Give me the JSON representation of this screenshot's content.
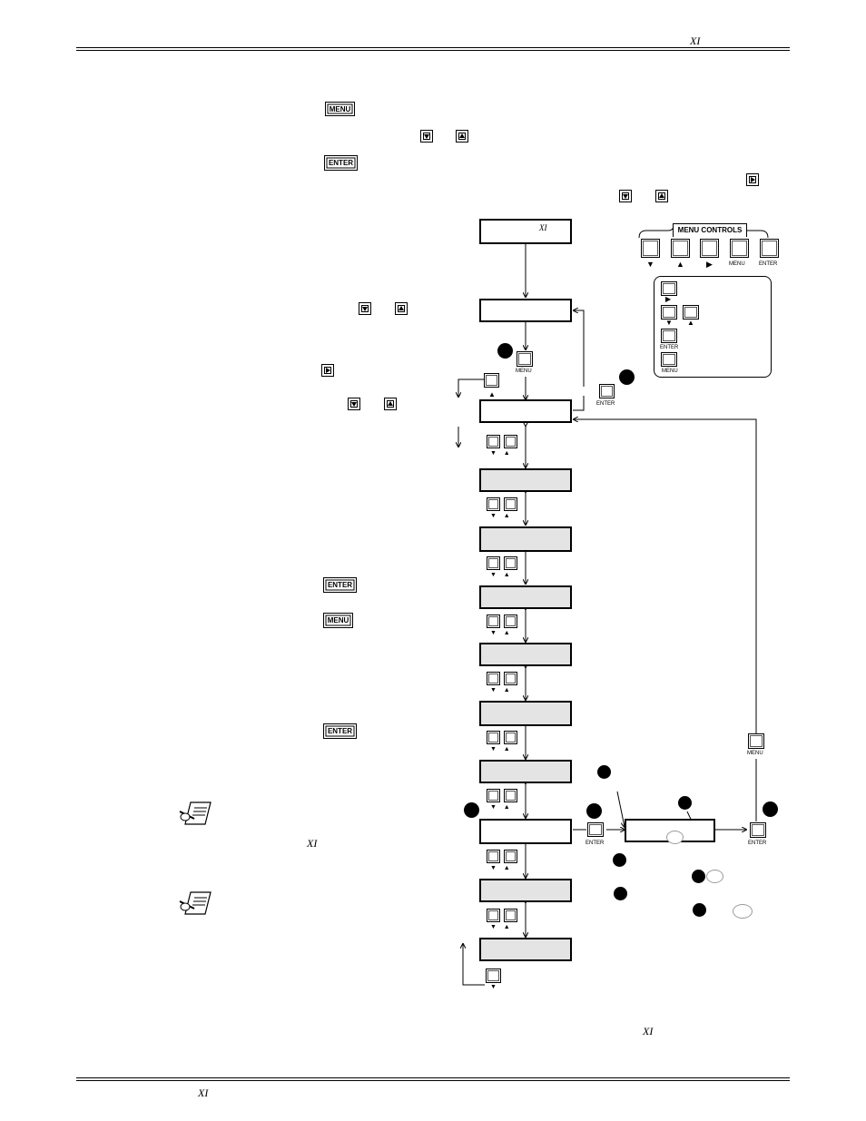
{
  "header": {
    "logo": "XI"
  },
  "footer": {
    "logo": "XI"
  },
  "instructions": {
    "menu_key": "MENU",
    "enter_key": "ENTER"
  },
  "menu_controls": {
    "title": "MENU CONTROLS",
    "buttons": [
      "▼",
      "▲",
      "▶",
      "MENU",
      "ENTER"
    ],
    "legend": {
      "menu": "MENU",
      "enter": "ENTER"
    }
  },
  "flowchart": {
    "startup_logo": "XI",
    "menu_label": "MENU",
    "enter_label": "ENTER"
  },
  "body_logo": "XI",
  "bottom_logo": "XI"
}
